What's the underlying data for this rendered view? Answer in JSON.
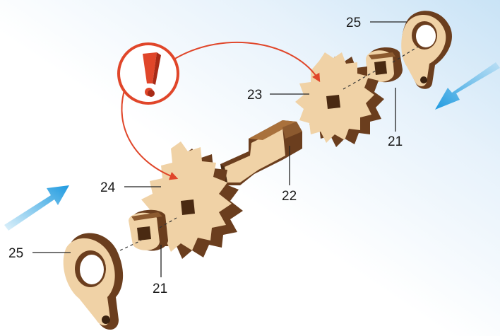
{
  "diagram": {
    "callouts": {
      "ring_top": "25",
      "gear_top": "23",
      "spacer_top": "21",
      "shaft": "22",
      "gear_bottom": "24",
      "ring_bottom": "25",
      "spacer_bottom": "21"
    },
    "warning_symbol": "exclamation-warning-icon",
    "arrows": "insert-direction-arrow",
    "colors": {
      "background_sky": "#d8ecf9",
      "wood_light": "#f0d2a6",
      "wood_dark": "#6b3e1e",
      "accent_red": "#e0462a",
      "arrow_blue": "#2ba3e0"
    }
  }
}
